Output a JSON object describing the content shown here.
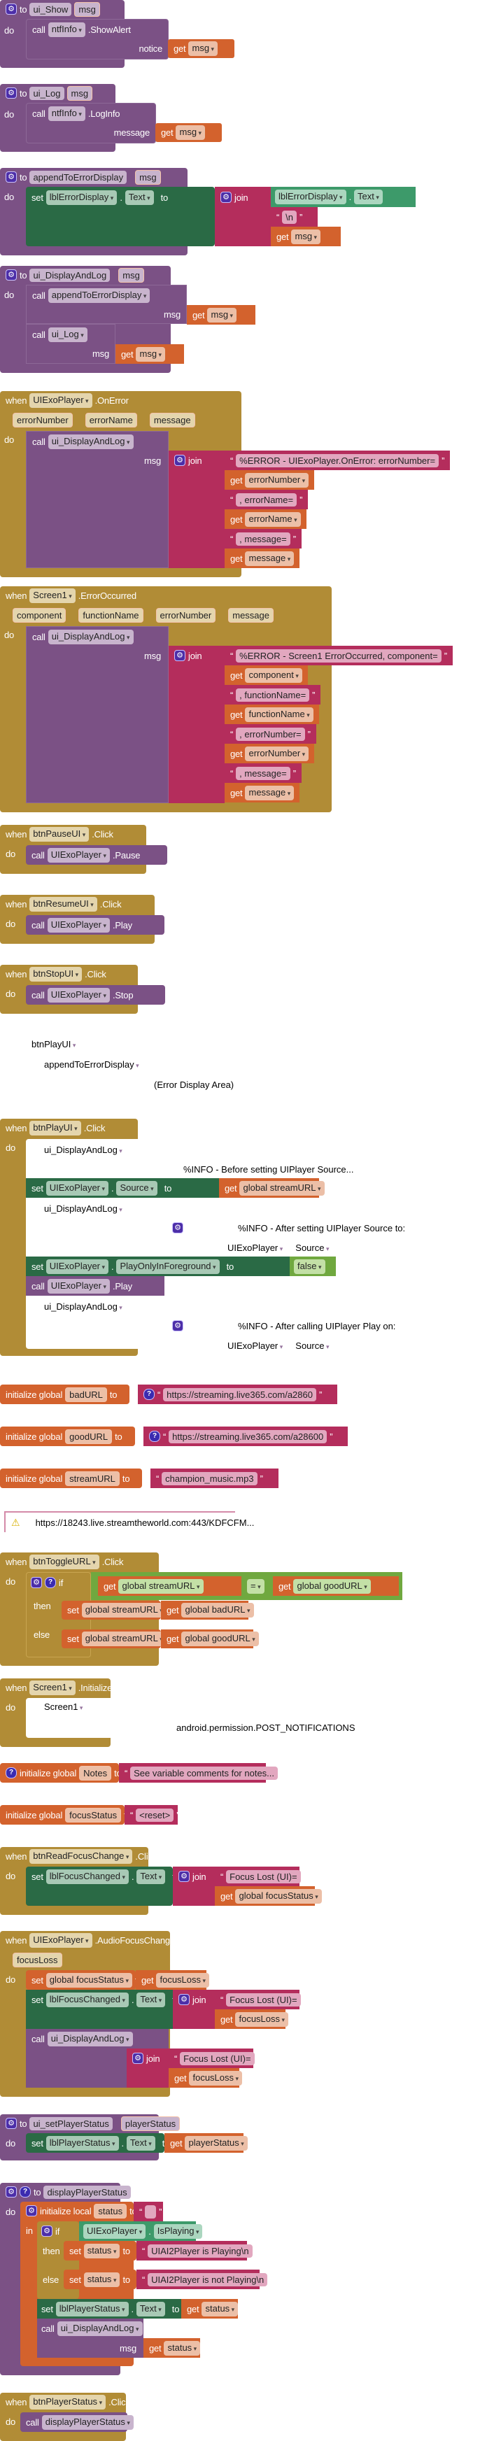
{
  "kw": {
    "to": "to",
    "do": "do",
    "call": "call",
    "set": "set",
    "get": "get",
    "when": "when",
    "join": "join",
    "if": "if",
    "then": "then",
    "else": "else",
    "in": "in",
    "init_global": "initialize global",
    "init_local": "initialize local",
    "dot": ".",
    "open_q": "“",
    "close_q": "”"
  },
  "ui_show": {
    "name": "ui_Show",
    "param": "msg",
    "component": "ntfInfo",
    "method": ".ShowAlert",
    "arg_label": "notice",
    "arg_var": "msg"
  },
  "ui_log": {
    "name": "ui_Log",
    "param": "msg",
    "component": "ntfInfo",
    "method": ".LogInfo",
    "arg_label": "message",
    "arg_var": "msg"
  },
  "append": {
    "name": "appendToErrorDisplay",
    "param": "msg",
    "target": "lblErrorDisplay",
    "prop": "Text",
    "newline": "\\n",
    "arg_var": "msg"
  },
  "display_and_log": {
    "name": "ui_DisplayAndLog",
    "param": "msg",
    "call1": "appendToErrorDisplay",
    "call1_arg": "msg",
    "call2": "ui_Log",
    "call2_arg": "msg",
    "get_var": "msg"
  },
  "on_error": {
    "component": "UIExoPlayer",
    "event": ".OnError",
    "params": [
      "errorNumber",
      "errorName",
      "message"
    ],
    "call": "ui_DisplayAndLog",
    "arg_label": "msg",
    "parts": [
      {
        "type": "str",
        "v": "%ERROR - UIExoPlayer.OnError: errorNumber="
      },
      {
        "type": "get",
        "v": "errorNumber"
      },
      {
        "type": "str",
        "v": ", errorName="
      },
      {
        "type": "get",
        "v": "errorName"
      },
      {
        "type": "str",
        "v": ", message="
      },
      {
        "type": "get",
        "v": "message"
      }
    ]
  },
  "error_occurred": {
    "component": "Screen1",
    "event": ".ErrorOccurred",
    "params": [
      "component",
      "functionName",
      "errorNumber",
      "message"
    ],
    "call": "ui_DisplayAndLog",
    "arg_label": "msg",
    "parts": [
      {
        "type": "str",
        "v": "%ERROR - Screen1 ErrorOccurred, component="
      },
      {
        "type": "get",
        "v": "component"
      },
      {
        "type": "str",
        "v": ", functionName="
      },
      {
        "type": "get",
        "v": "functionName"
      },
      {
        "type": "str",
        "v": ", errorNumber="
      },
      {
        "type": "get",
        "v": "errorNumber"
      },
      {
        "type": "str",
        "v": ", message="
      },
      {
        "type": "get",
        "v": "message"
      }
    ]
  },
  "pause": {
    "component": "btnPauseUI",
    "event": ".Click",
    "target": "UIExoPlayer",
    "method": ".Pause"
  },
  "resume": {
    "component": "btnResumeUI",
    "event": ".Click",
    "target": "UIExoPlayer",
    "method": ".Play"
  },
  "stop": {
    "component": "btnStopUI",
    "event": ".Click",
    "target": "UIExoPlayer",
    "method": ".Stop"
  },
  "loose": {
    "btn": "btnPlayUI",
    "append": "appendToErrorDisplay",
    "area": "(Error Display Area)"
  },
  "play_click": {
    "component": "btnPlayUI",
    "event": ".Click",
    "log1": "ui_DisplayAndLog",
    "info1": "%INFO - Before setting UIPlayer Source...",
    "set1_comp": "UIExoPlayer",
    "set1_prop": "Source",
    "set1_val": "global streamURL",
    "log2": "ui_DisplayAndLog",
    "info2": "%INFO - After setting UIPlayer Source to:",
    "src_comp": "UIExoPlayer",
    "src_prop": "Source",
    "set2_comp": "UIExoPlayer",
    "set2_prop": "PlayOnlyInForeground",
    "set2_val": "false",
    "call_comp": "UIExoPlayer",
    "call_method": ".Play",
    "log3": "ui_DisplayAndLog",
    "info3": "%INFO - After calling UIPlayer Play on:",
    "src2_comp": "UIExoPlayer",
    "src2_prop": "Source"
  },
  "globals": [
    {
      "name": "badURL",
      "value": "https://streaming.live365.com/a2860",
      "help": true
    },
    {
      "name": "goodURL",
      "value": "https://streaming.live365.com/a28600",
      "help": true
    },
    {
      "name": "streamURL",
      "value": "champion_music.mp3",
      "help": false
    }
  ],
  "warning": {
    "text": "https://18243.live.streamtheworld.com:443/KDFCFM..."
  },
  "toggle": {
    "component": "btnToggleURL",
    "event": ".Click",
    "lhs": "global streamURL",
    "op": "=",
    "rhs": "global goodURL",
    "then_var": "global streamURL",
    "then_val": "global badURL",
    "else_var": "global streamURL",
    "else_val": "global goodURL"
  },
  "init": {
    "component": "Screen1",
    "event": ".Initialize",
    "inner": "Screen1",
    "perm": "android.permission.POST_NOTIFICATIONS"
  },
  "notes": {
    "name": "Notes",
    "value": "See variable comments for notes..."
  },
  "focus_status": {
    "name": "focusStatus",
    "value": "<reset>"
  },
  "read_focus": {
    "component": "btnReadFocusChange",
    "event": ".Click",
    "target": "lblFocusChanged",
    "prop": "Text",
    "str": "Focus Lost (UI)=",
    "get": "global focusStatus"
  },
  "audio_focus": {
    "component": "UIExoPlayer",
    "event": ".AudioFocusChanged",
    "param": "focusLoss",
    "set_var": "global focusStatus",
    "set_val": "focusLoss",
    "target": "lblFocusChanged",
    "prop": "Text",
    "str": "Focus Lost (UI)=",
    "get": "focusLoss",
    "call": "ui_DisplayAndLog",
    "arg_label": "msg",
    "str2": "Focus Lost (UI)=",
    "get2": "focusLoss"
  },
  "set_player_status": {
    "name": "ui_setPlayerStatus",
    "param": "playerStatus",
    "target": "lblPlayerStatus",
    "prop": "Text",
    "get": "playerStatus"
  },
  "display_player_status": {
    "name": "displayPlayerStatus",
    "local": "status",
    "local_val": "",
    "cond_comp": "UIExoPlayer",
    "cond_prop": "IsPlaying",
    "then_var": "status",
    "then_val": "UIAI2Player is Playing\\n",
    "else_var": "status",
    "else_val": "UIAI2Player is not Playing\\n",
    "target": "lblPlayerStatus",
    "prop": "Text",
    "get": "status",
    "call": "ui_DisplayAndLog",
    "arg_label": "msg",
    "get2": "status"
  },
  "player_status_click": {
    "component": "btnPlayerStatus",
    "event": ".Click",
    "call": "displayPlayerStatus"
  }
}
